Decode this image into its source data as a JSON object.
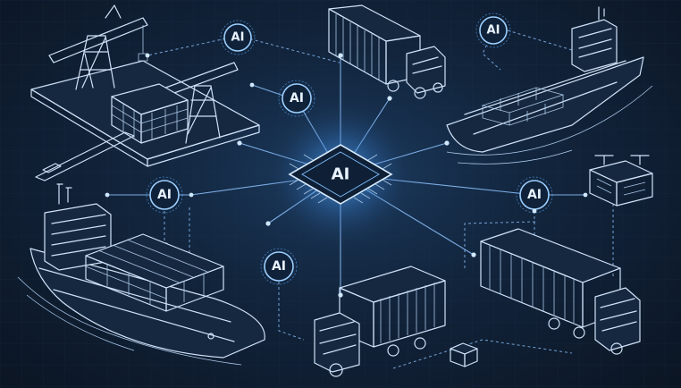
{
  "illustration": {
    "theme_colors": {
      "background": "#12253d",
      "line": "#cfe2f8",
      "glow": "#5aa8ff"
    },
    "hub": {
      "label": "AI"
    },
    "nodes": [
      {
        "id": "node-top-left",
        "label": "AI"
      },
      {
        "id": "node-top-right",
        "label": "AI"
      },
      {
        "id": "node-upper-center",
        "label": "AI"
      },
      {
        "id": "node-middle-left",
        "label": "AI"
      },
      {
        "id": "node-middle-right",
        "label": "AI"
      },
      {
        "id": "node-lower-center",
        "label": "AI"
      }
    ],
    "icons": [
      "port-cranes-icon",
      "container-truck-icon",
      "cargo-ship-icon",
      "warehouse-drone-icon",
      "container-box-icon"
    ]
  }
}
